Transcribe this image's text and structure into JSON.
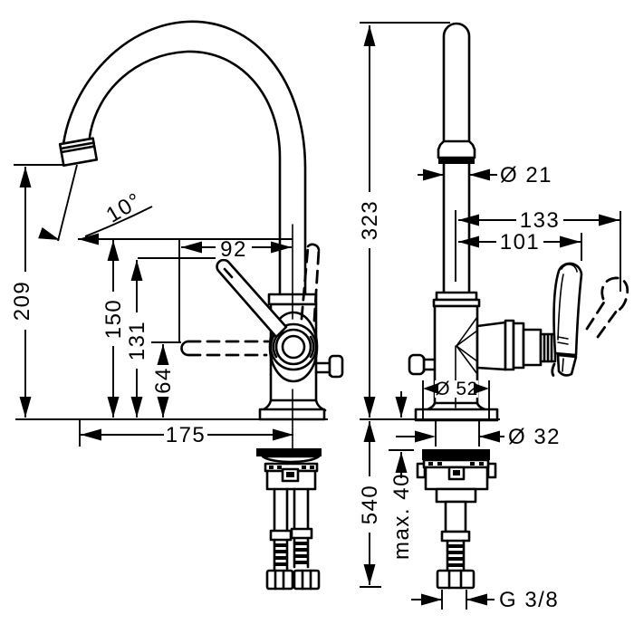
{
  "diagram": {
    "type": "technical-dimension-drawing",
    "subject": "single-lever faucet, side view and front view",
    "colors": {
      "line": "#000000",
      "background": "#ffffff"
    },
    "views": {
      "side": {
        "dims": {
          "spout_height": "209",
          "spout_angle": "10°",
          "lever_reach": "92",
          "h150": "150",
          "h131": "131",
          "h64": "64",
          "reach": "175"
        }
      },
      "front": {
        "dims": {
          "total_height": "323",
          "pipe_dia": "Ø 21",
          "w133": "133",
          "w101": "101",
          "base_dia": "Ø 52",
          "shank_dia": "Ø 32",
          "hose_length": "540",
          "max_thickness": "max. 40",
          "thread": "G 3/8"
        }
      }
    }
  }
}
